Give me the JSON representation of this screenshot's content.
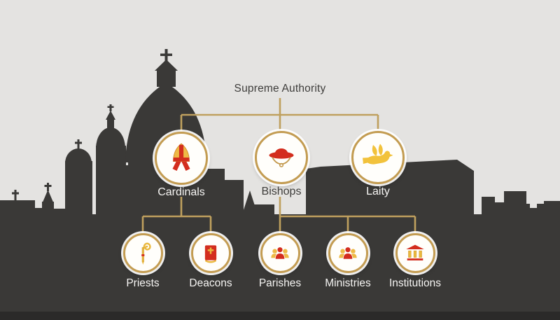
{
  "title": "Supreme Authority",
  "colors": {
    "sky": "#e4e3e1",
    "silhouette": "#3a3937",
    "ground_strip": "#2b2a29",
    "connector_gold": "#bfa05e",
    "circle_border_gold": "#c39c52",
    "icon_red": "#d32d1e",
    "icon_gold": "#eeb945",
    "label_light": "#f6f5f3",
    "label_dark": "#3e3d3b"
  },
  "nodes": {
    "cardinals": {
      "label": "Cardinals",
      "icon": "mitre-icon",
      "icon_ref": "#icon-mitre"
    },
    "bishops": {
      "label": "Bishops",
      "icon": "galero-hat-icon",
      "icon_ref": "#icon-galero"
    },
    "laity": {
      "label": "Laity",
      "icon": "dove-icon",
      "icon_ref": "#icon-dove"
    },
    "priests": {
      "label": "Priests",
      "icon": "crosier-icon",
      "icon_ref": "#icon-crosier"
    },
    "deacons": {
      "label": "Deacons",
      "icon": "bible-icon",
      "icon_ref": "#icon-bible"
    },
    "parishes": {
      "label": "Parishes",
      "icon": "people-group-icon",
      "icon_ref": "#icon-people"
    },
    "ministries": {
      "label": "Ministries",
      "icon": "people-group-icon",
      "icon_ref": "#icon-people"
    },
    "institutions": {
      "label": "Institutions",
      "icon": "institution-icon",
      "icon_ref": "#icon-institution"
    }
  },
  "hierarchy": {
    "root": "Supreme Authority",
    "children": [
      {
        "label": "Cardinals",
        "children": [
          "Priests",
          "Deacons"
        ]
      },
      {
        "label": "Bishops",
        "children": [
          "Parishes",
          "Ministries",
          "Institutions"
        ]
      },
      {
        "label": "Laity",
        "children": []
      }
    ]
  }
}
